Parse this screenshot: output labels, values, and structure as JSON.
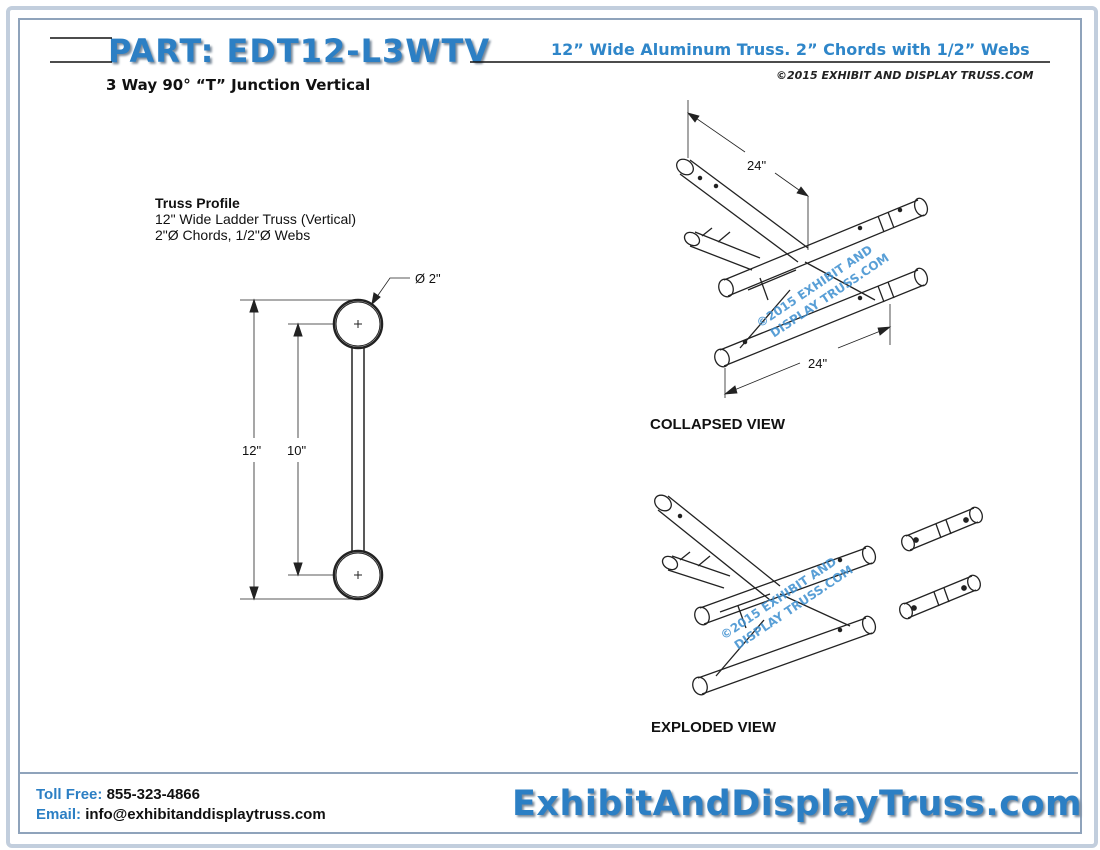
{
  "header": {
    "part": "PART: EDT12-L3WTV",
    "subtitle": "3 Way 90° “T” Junction Vertical",
    "tagline": "12” Wide Aluminum Truss. 2” Chords with 1/2” Webs",
    "copyright": "©2015 EXHIBIT AND DISPLAY TRUSS.COM"
  },
  "profile": {
    "heading": "Truss Profile",
    "line1": "12\" Wide Ladder Truss (Vertical)",
    "line2": "2\"Ø Chords, 1/2\"Ø Webs",
    "dim_diameter": "Ø 2\"",
    "dim_overall": "12\"",
    "dim_inner": "10\""
  },
  "collapsed": {
    "label": "COLLAPSED VIEW",
    "dim_top": "24\"",
    "dim_bottom": "24\""
  },
  "exploded": {
    "label": "EXPLODED VIEW"
  },
  "watermark": {
    "line1": "©2015 EXHIBIT AND",
    "line2": "DISPLAY TRUSS.COM"
  },
  "footer": {
    "toll_free_label": "Toll Free:",
    "toll_free_value": "855-323-4866",
    "email_label": "Email:",
    "email_value": "info@exhibitanddisplaytruss.com",
    "website": "ExhibitAndDisplayTruss.com"
  },
  "colors": {
    "brand_blue": "#2c7fc4",
    "frame": "#8fa3bb"
  }
}
